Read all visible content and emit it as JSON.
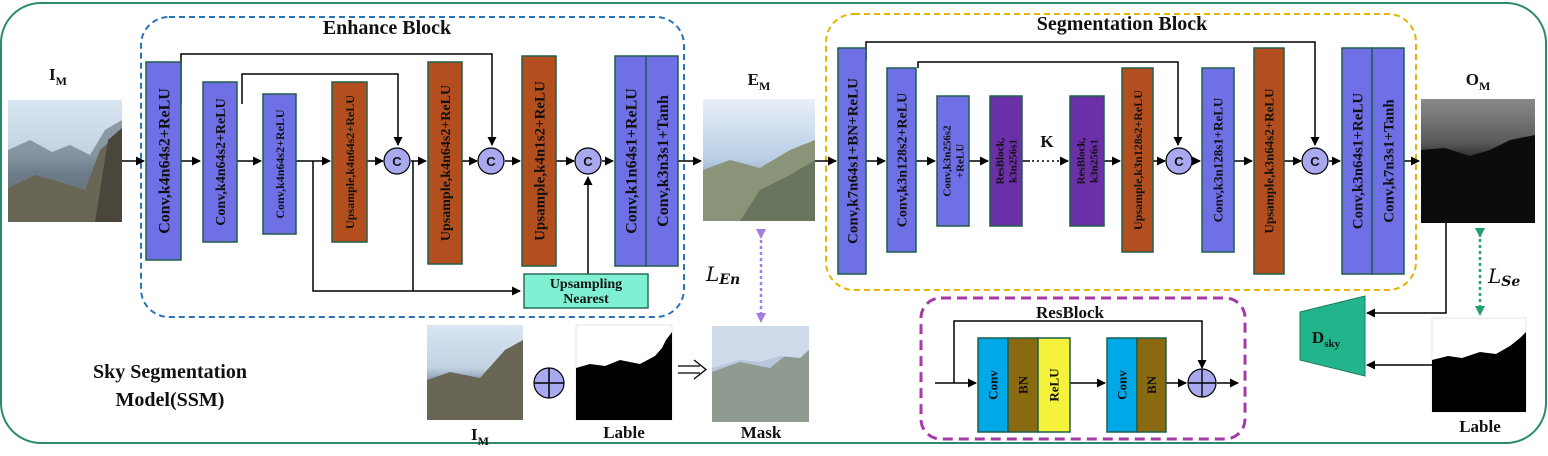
{
  "diagram": {
    "enhance_title": "Enhance Block",
    "segmentation_title": "Segmentation Block",
    "resblock_title": "ResBlock",
    "model_name_line1": "Sky Segmentation",
    "model_name_line2": "Model(SSM)",
    "concat_symbol": "C",
    "k_label": "K",
    "enhance_layers": [
      "Conv,k4n64s2+ReLU",
      "Conv,k4n64s2+ReLU",
      "Conv,k4n64s2+ReLU",
      "Upsample,k4n64s2+ReLU",
      "Upsample,k4n64s2+ReLU",
      "Upsample,k4n1s2+ReLU",
      "Conv,k1n64s1+ReLU",
      "Conv,k3n3s1+Tanh"
    ],
    "upsampling_nearest_line1": "Upsampling",
    "upsampling_nearest_line2": "Nearest",
    "seg_layers": [
      "Conv,k7n64s1+BN+ReLU",
      "Conv,k3n128s2+ReLU",
      "Conv,k3n256s2",
      "+ReLU",
      "ResBlock,",
      "k3n256s1",
      "ResBlock,",
      "k3n256s1",
      "Upsample,k3n128s2+ReLU",
      "Conv,k3n128s1+ReLU",
      "Upsample,k3n64s2+ReLU",
      "Conv,k3n64s1+ReLU",
      "Conv,k7n3s1+Tanh"
    ],
    "res_layers": [
      "Conv",
      "BN",
      "ReLU",
      "Conv",
      "BN"
    ],
    "image_labels": {
      "input_main": "I",
      "input_sub": "M",
      "enhanced_main": "E",
      "enhanced_sub": "M",
      "output_main": "O",
      "output_sub": "M",
      "bottom_input_main": "I",
      "bottom_input_sub": "M",
      "label_mid": "Lable",
      "mask": "Mask",
      "label_right": "Lable"
    },
    "losses": {
      "enhance_script": "L",
      "enhance_sub": "En",
      "seg_script": "L",
      "seg_sub": "Se"
    },
    "discriminator_main": "D",
    "discriminator_sub": "sky",
    "colors": {
      "conv": "#6f6fe6",
      "upsample": "#b34f1e",
      "resblock": "#6b2fa8",
      "upsampling_nearest": "#7ff1d2",
      "frame": "#2a8a6b",
      "enhance_border": "#2a73b8",
      "seg_border": "#e6b400",
      "res_border": "#a43aa8",
      "res_conv": "#00a8e8",
      "res_bn": "#8a6a10",
      "res_relu": "#f4f23a",
      "discriminator": "#22b58b",
      "enhance_loss_arrow": "#a77be0",
      "seg_loss_arrow": "#22a06b"
    }
  }
}
